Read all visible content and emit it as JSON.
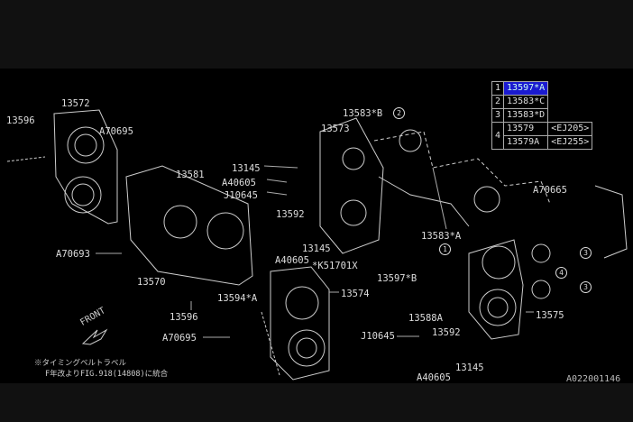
{
  "legend": {
    "rows": [
      {
        "index": "1",
        "part": "13597*A",
        "variant": "",
        "selected": true
      },
      {
        "index": "2",
        "part": "13583*C",
        "variant": ""
      },
      {
        "index": "3",
        "part": "13583*D",
        "variant": ""
      },
      {
        "index": "4",
        "part": "13579",
        "variant": "<EJ205>"
      },
      {
        "index": "",
        "part": "13579A",
        "variant": "<EJ255>"
      }
    ],
    "highlight_color": "#1a1ad0"
  },
  "labels": {
    "l13572": "13572",
    "l13596a": "13596",
    "la70695a": "A70695",
    "l13581": "13581",
    "l13145a": "13145",
    "la40605a": "A40605",
    "lj10645a": "J10645",
    "l13592a": "13592",
    "l13583b": "13583*B",
    "l13573": "13573",
    "l13145b": "13145",
    "la40605b": "A40605",
    "lk51701x": "*K51701X",
    "l13583a": "13583*A",
    "la70665": "A70665",
    "l13597b": "13597*B",
    "l13574": "13574",
    "l13594a": "13594*A",
    "l13570": "13570",
    "la70693": "A70693",
    "l13596b": "13596",
    "la70695b": "A70695",
    "l13588a": "13588A",
    "l13575": "13575",
    "lj10645b": "J10645",
    "l13592b": "13592",
    "l13145c": "13145",
    "la40605c": "A40605"
  },
  "callouts": {
    "c1": "1",
    "c2": "2",
    "c3a": "3",
    "c3b": "3",
    "c4": "4"
  },
  "front_label": "FRONT",
  "note": {
    "line1": "※タイミングベルトラベル",
    "line2": "F年改よりFIG.918(14808)に統合"
  },
  "figure_code": "A022001146"
}
